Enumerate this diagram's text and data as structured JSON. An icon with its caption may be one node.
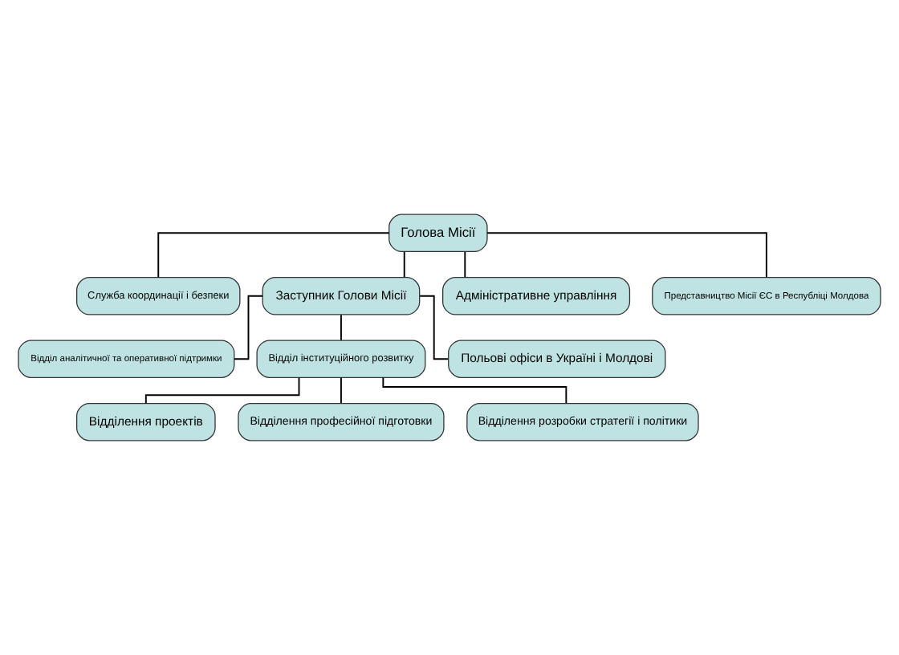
{
  "diagram": {
    "nodes": [
      {
        "text": [
          "Голова Місії"
        ]
      },
      {
        "text": [
          "Служба координації і безпеки"
        ]
      },
      {
        "text": [
          "Заступник Голови Місії"
        ]
      },
      {
        "text": [
          "Адміністративне управління"
        ]
      },
      {
        "text": [
          "Представництво Місії ЄС в Республіці Молдова"
        ]
      },
      {
        "text": [
          "Відділ аналітичної та оперативної підтримки"
        ]
      },
      {
        "text": [
          "Відділ інституційного розвитку"
        ]
      },
      {
        "text": [
          "Відділення проектів"
        ]
      },
      {
        "text": [
          "Відділення професійної підготовки"
        ]
      },
      {
        "text": [
          "Відділення розробки стратегії і політики"
        ]
      },
      {
        "text": [
          "Польові офіси в Україні і Молдові"
        ]
      }
    ],
    "edges": [
      {
        "from": 0,
        "to": 1,
        "arrow": "none"
      },
      {
        "from": 0,
        "to": 2,
        "arrow": "none"
      },
      {
        "from": 0,
        "to": 3,
        "arrow": "none"
      },
      {
        "from": 0,
        "to": 4,
        "arrow": "none"
      },
      {
        "from": 2,
        "to": 5,
        "arrow": "none"
      },
      {
        "from": 2,
        "to": 6,
        "arrow": "none"
      },
      {
        "from": 2,
        "to": 10,
        "arrow": "none"
      },
      {
        "from": 6,
        "to": 7,
        "arrow": "none"
      },
      {
        "from": 6,
        "to": 8,
        "arrow": "none"
      },
      {
        "from": 6,
        "to": 9,
        "arrow": "none"
      }
    ]
  }
}
